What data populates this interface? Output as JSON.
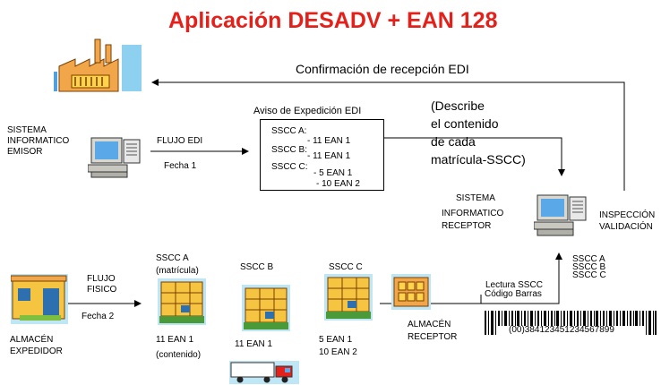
{
  "title": "Aplicación DESADV + EAN 128",
  "confirmacion": "Confirmación de recepción EDI",
  "emisor": [
    "SISTEMA",
    "INFORMATICO",
    "EMISOR"
  ],
  "flujo_edi": "FLUJO EDI",
  "fecha1": "Fecha 1",
  "aviso_title": "Aviso de Expedición EDI",
  "aviso_lines": [
    "SSCC A:",
    "- 11 EAN 1",
    "SSCC B:",
    "- 11 EAN 1",
    "SSCC C:",
    "- 5 EAN 1",
    "- 10 EAN 2"
  ],
  "describe": [
    "(Describe",
    "el contenido",
    "de cada",
    "matrícula-SSCC)"
  ],
  "receptor_sys": [
    "SISTEMA",
    "INFORMATICO",
    "RECEPTOR"
  ],
  "inspeccion": [
    "INSPECCIÓN",
    "VALIDACIÓN"
  ],
  "almacen_exp": [
    "ALMACÉN",
    "EXPEDIDOR"
  ],
  "flujo_fisico": [
    "FLUJO",
    "FISICO"
  ],
  "fecha2": "Fecha 2",
  "sscc_a": [
    "SSCC A",
    "(matrícula)"
  ],
  "sscc_b": "SSCC B",
  "sscc_c": "SSCC C",
  "cont_a": [
    "11 EAN 1",
    "(contenido)"
  ],
  "cont_b": "11 EAN 1",
  "cont_c": [
    "5 EAN 1",
    "10 EAN 2"
  ],
  "almacen_rec": [
    "ALMACÉN",
    "RECEPTOR"
  ],
  "lectura": [
    "Lectura SSCC",
    "Código  Barras"
  ],
  "sscc_list": [
    "SSCC A",
    "SSCC B",
    "SSCC C"
  ],
  "barcode_text": "(00)384123451234567899",
  "icons": [
    "factory-icon",
    "computer-icon",
    "warehouse-icon",
    "pallet-icon",
    "truck-icon",
    "barcode-icon"
  ]
}
